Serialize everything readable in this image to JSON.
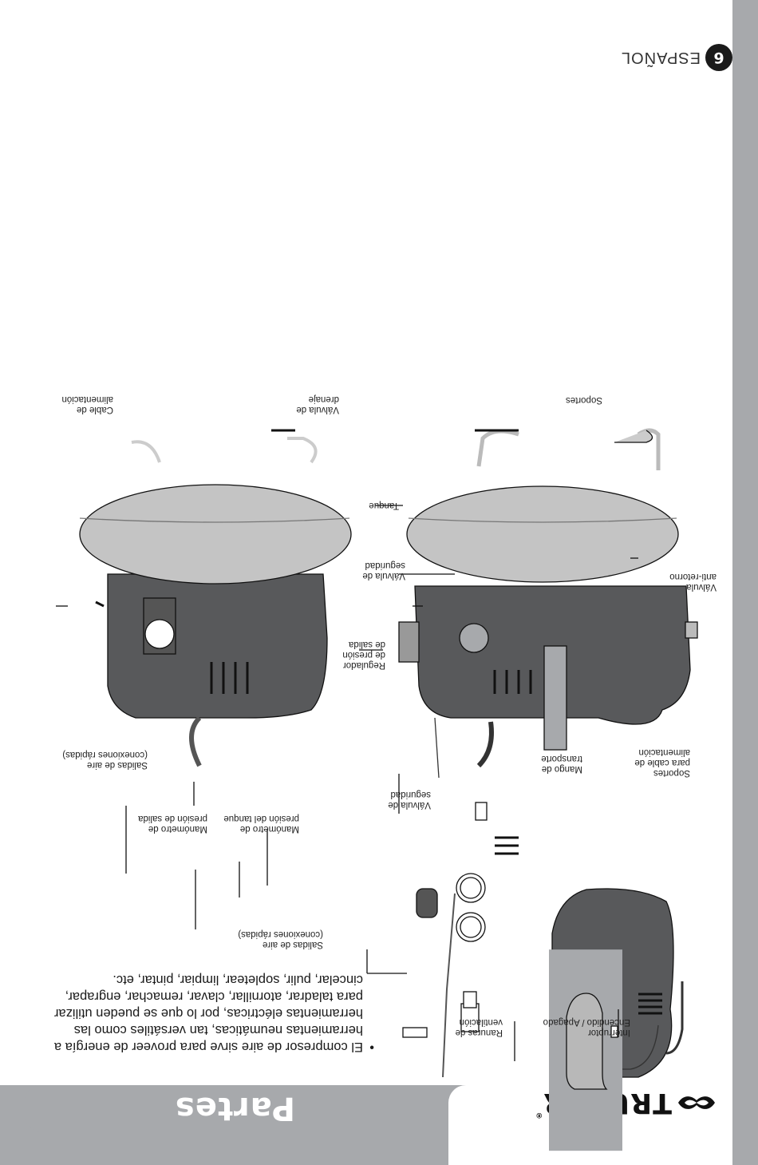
{
  "brand": {
    "name": "TRUPER",
    "registered": "®"
  },
  "section_title": "Partes",
  "intro": {
    "bullet": "•",
    "lines": [
      "El compresor de aire sirve para proveer de energía a",
      "herramientas neumáticas, tan versátiles como las",
      "herramientas eléctricas, por lo que se pueden utilizar",
      "para taladrar, atornillar, clavar, remachar, engrapar,",
      "cincelar, pulir, sopletear, limpiar, pintar, etc."
    ]
  },
  "labels": {
    "ranuras": [
      "Ranuras de",
      "ventilación"
    ],
    "interruptor": [
      "Interruptor",
      "Encendido / Apagado"
    ],
    "salidas_top": [
      "Salidas de aire",
      "(conexiones rápidas)"
    ],
    "manometro_tanque": [
      "Manómetro de",
      "presión del tanque"
    ],
    "manometro_salida": [
      "Manómetro de",
      "presión de salida"
    ],
    "valvula_seg_top": [
      "Válvula de",
      "seguridad"
    ],
    "mango": [
      "Mango de",
      "transporte"
    ],
    "soportes_cable": [
      "Soportes",
      "para cable de",
      "alimentación"
    ],
    "salidas_mid": [
      "Salidas de aire",
      "(conexiones rápidas)"
    ],
    "regulador": [
      "Regulador",
      "de presión",
      "de salida"
    ],
    "valvula_seg_mid": [
      "Válvula de",
      "seguridad"
    ],
    "valvula_anti": [
      "Válvula",
      "anti-retorno"
    ],
    "tanque": "Tanque",
    "cable": [
      "Cable de",
      "alimentación"
    ],
    "valvula_drenaje": [
      "Válvula de",
      "drenaje"
    ],
    "soportes": "Soportes"
  },
  "footer": {
    "page_number": "6",
    "language": "ESPAÑOL"
  },
  "colors": {
    "band": "#a7a9ac",
    "body": "#58595b",
    "tank": "#c4c4c4",
    "ink": "#1a1a1a"
  }
}
